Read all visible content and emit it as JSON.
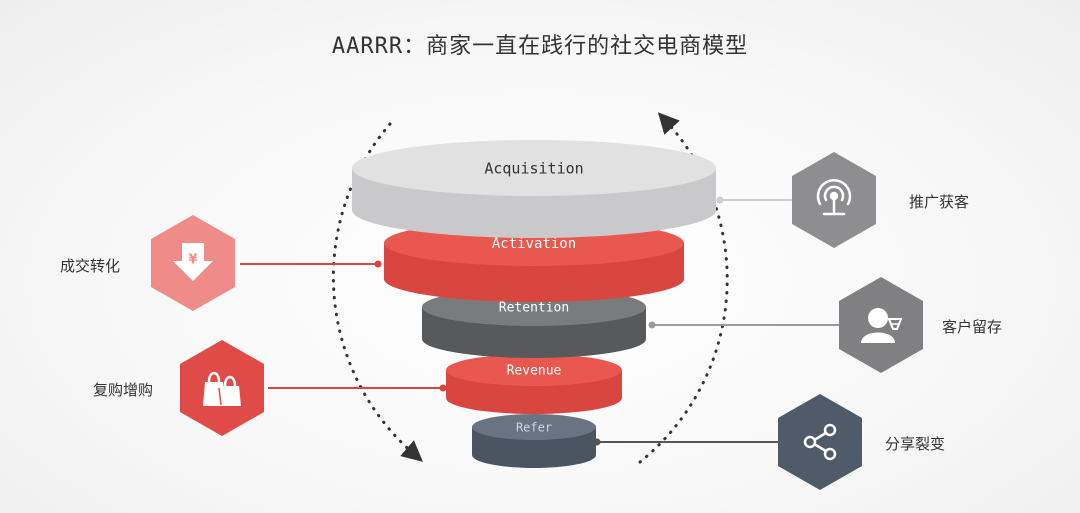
{
  "title": "AARRR：商家一直在践行的社交电商模型",
  "funnel": {
    "layers": [
      {
        "name": "Acquisition",
        "color": "#c9c9cb",
        "top_color": "#e1e1e2",
        "text_color": "#333333"
      },
      {
        "name": "Activation",
        "color": "#d9453f",
        "top_color": "#e9584f",
        "text_color": "#ffffff"
      },
      {
        "name": "Retention",
        "color": "#58595b",
        "top_color": "#7a7b7d",
        "text_color": "#ffffff"
      },
      {
        "name": "Revenue",
        "color": "#d9453f",
        "top_color": "#e9584f",
        "text_color": "#ffffff"
      },
      {
        "name": "Refer",
        "color": "#4b5562",
        "top_color": "#697382",
        "text_color": "#d0d4da"
      }
    ]
  },
  "callouts": {
    "conversion": {
      "label": "成交转化",
      "icon": "yen-down-arrow-icon",
      "color": "#ef8c8a"
    },
    "repurchase": {
      "label": "复购增购",
      "icon": "shopping-bags-icon",
      "color": "#e04a47"
    },
    "acquire": {
      "label": "推广获客",
      "icon": "broadcast-antenna-icon",
      "color": "#8e8e90"
    },
    "retain": {
      "label": "客户留存",
      "icon": "customer-service-icon",
      "color": "#808082"
    },
    "share": {
      "label": "分享裂变",
      "icon": "share-icon",
      "color": "#4f5b69"
    }
  }
}
